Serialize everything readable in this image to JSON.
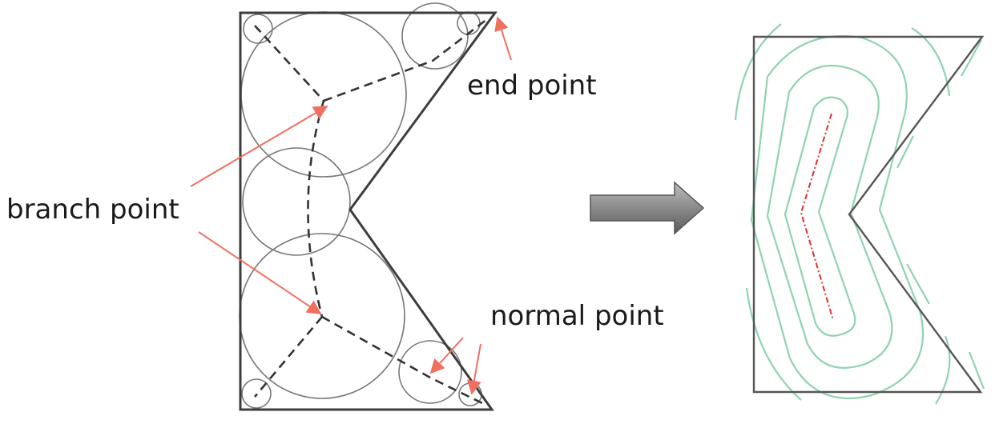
{
  "labels": {
    "end_point": "end point",
    "branch_point": "branch point",
    "normal_point": "normal point"
  },
  "colors": {
    "outline": "#444444",
    "skeleton": "#333333",
    "circles": "#777777",
    "annotation_arrows": "#f07060",
    "medial_axis": "#e03030",
    "offset_contours": "#8fd3b0",
    "transform_arrow": "#7a7a7a"
  },
  "icons": {
    "transform_arrow": "right-arrow-icon"
  }
}
